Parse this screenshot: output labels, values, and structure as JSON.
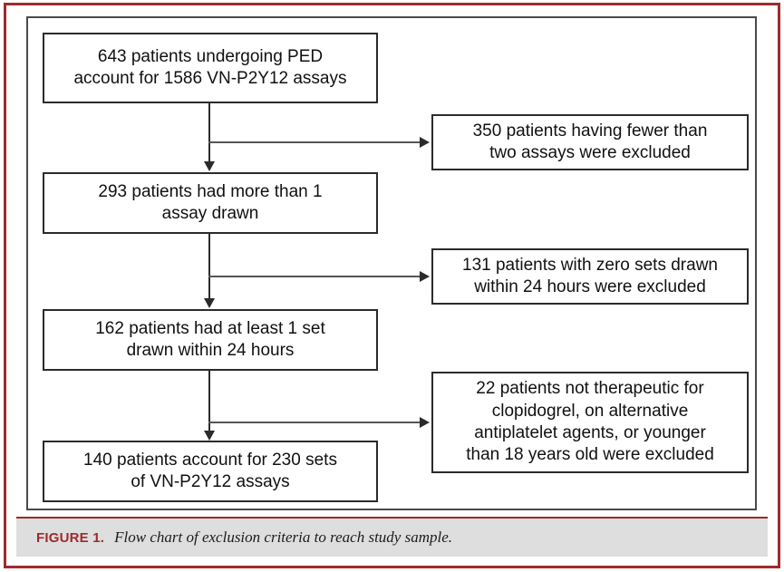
{
  "figure": {
    "caption_label": "FIGURE 1.",
    "caption_text": "Flow chart of exclusion criteria to reach study sample.",
    "border_color": "#9e2a2b",
    "caption_bg": "#dedede",
    "box_border_color": "#2b2b2b",
    "connector_color": "#555555"
  },
  "flow": {
    "main_boxes": [
      {
        "id": "enrolled",
        "line1": "643 patients undergoing PED",
        "line2": "account for 1586 VN-P2Y12 assays"
      },
      {
        "id": "multi",
        "line1": "293 patients had more than 1",
        "line2": "assay drawn"
      },
      {
        "id": "atleast",
        "line1": "162 patients had at least 1 set",
        "line2": "drawn within 24 hours"
      },
      {
        "id": "final",
        "line1": "140 patients account for 230 sets",
        "line2": "of VN-P2Y12 assays"
      }
    ],
    "exclusion_boxes": [
      {
        "id": "excl-1",
        "line1": "350 patients having fewer than",
        "line2": "two assays were excluded",
        "line3": "",
        "line4": ""
      },
      {
        "id": "excl-2",
        "line1": "131 patients with zero sets drawn",
        "line2": "within 24 hours were excluded",
        "line3": "",
        "line4": ""
      },
      {
        "id": "excl-3",
        "line1": "22 patients not therapeutic for",
        "line2": "clopidogrel, on alternative",
        "line3": "antiplatelet agents, or younger",
        "line4": "than 18 years old were excluded"
      }
    ]
  }
}
